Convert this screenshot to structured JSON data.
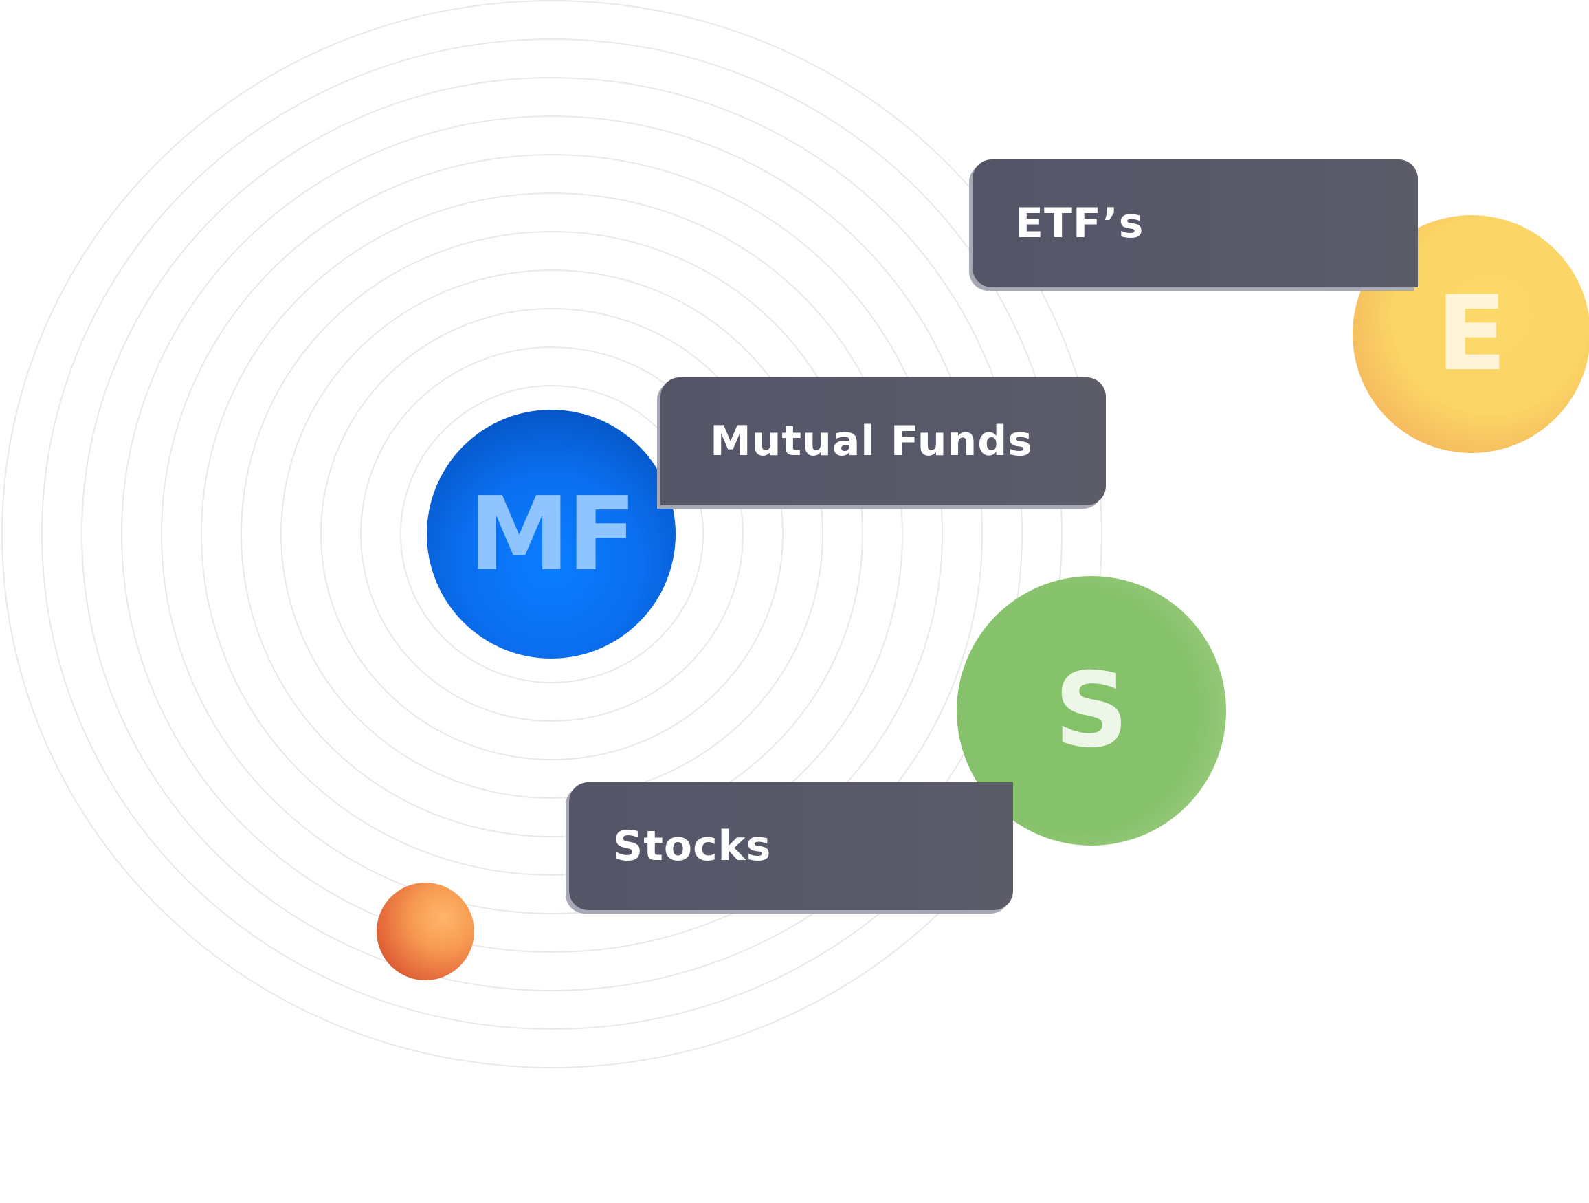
{
  "items": {
    "etf": {
      "label": "ETF’s",
      "badge": "E",
      "color": "#fbd565"
    },
    "mutual_funds": {
      "label": "Mutual Funds",
      "badge": "MF",
      "color": "#0a6ff0"
    },
    "stocks": {
      "label": "Stocks",
      "badge": "S",
      "color": "#86c26c"
    }
  },
  "colors": {
    "chip_background": "#555767",
    "small_orb": "#e4683a",
    "rings": "#e9e9e9"
  }
}
